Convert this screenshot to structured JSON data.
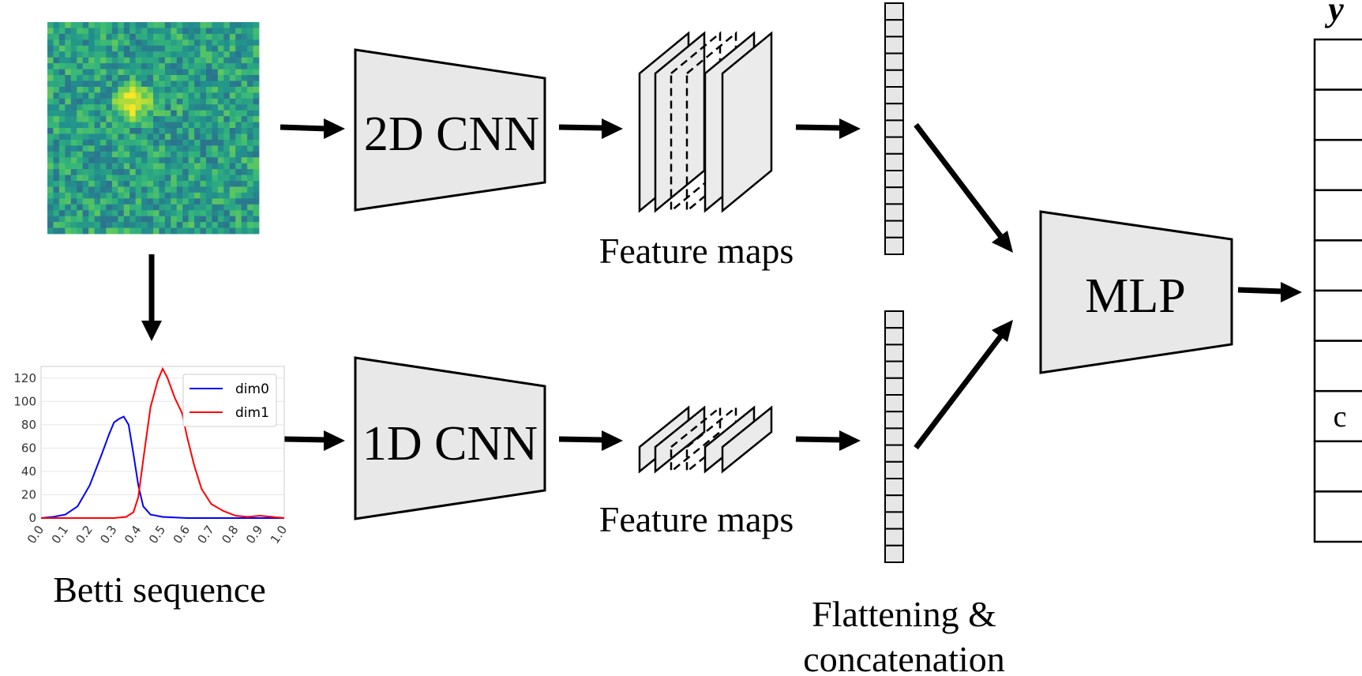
{
  "blocks": {
    "cnn2d_label": "2D CNN",
    "cnn1d_label": "1D CNN",
    "mlp_label": "MLP"
  },
  "captions": {
    "feature_maps_top": "Feature maps",
    "feature_maps_bottom": "Feature maps",
    "betti_sequence": "Betti sequence",
    "flattening_line1": "Flattening &",
    "flattening_line2": "concatenation"
  },
  "output": {
    "label": "y",
    "highlight_cell_label": "c",
    "cells": 10,
    "highlight_index": 7
  },
  "vectors": {
    "top_cells": 15,
    "bottom_cells": 15
  },
  "colors": {
    "block_fill": "#e8e8e8",
    "dim0": "#0000ff",
    "dim1": "#ff0000",
    "heatmap_low": "#3b1c6e",
    "heatmap_mid": "#21908d",
    "heatmap_high": "#fde725"
  },
  "chart_data": {
    "type": "line",
    "xlim": [
      0.0,
      1.0
    ],
    "ylim": [
      0,
      130
    ],
    "xticks": [
      "0.0",
      "0.1",
      "0.2",
      "0.3",
      "0.4",
      "0.5",
      "0.6",
      "0.7",
      "0.8",
      "0.9",
      "1.0"
    ],
    "yticks": [
      "0",
      "20",
      "40",
      "60",
      "80",
      "100",
      "120"
    ],
    "legend_position": "top-right",
    "grid": true,
    "series": [
      {
        "name": "dim0",
        "color": "#0000ff",
        "x": [
          0.0,
          0.05,
          0.1,
          0.15,
          0.2,
          0.25,
          0.28,
          0.3,
          0.32,
          0.34,
          0.36,
          0.38,
          0.4,
          0.42,
          0.45,
          0.5,
          0.6,
          0.8,
          1.0
        ],
        "y": [
          0,
          1,
          3,
          10,
          28,
          55,
          72,
          82,
          85,
          87,
          80,
          55,
          28,
          10,
          3,
          1,
          0,
          0,
          0
        ]
      },
      {
        "name": "dim1",
        "color": "#ff0000",
        "x": [
          0.0,
          0.2,
          0.3,
          0.35,
          0.38,
          0.4,
          0.42,
          0.45,
          0.48,
          0.5,
          0.52,
          0.55,
          0.58,
          0.6,
          0.63,
          0.66,
          0.7,
          0.75,
          0.8,
          0.85,
          0.9,
          0.95,
          1.0
        ],
        "y": [
          0,
          0,
          0,
          1,
          5,
          18,
          50,
          95,
          118,
          128,
          120,
          103,
          90,
          70,
          45,
          25,
          12,
          6,
          2,
          1,
          2,
          1,
          0
        ]
      }
    ]
  }
}
